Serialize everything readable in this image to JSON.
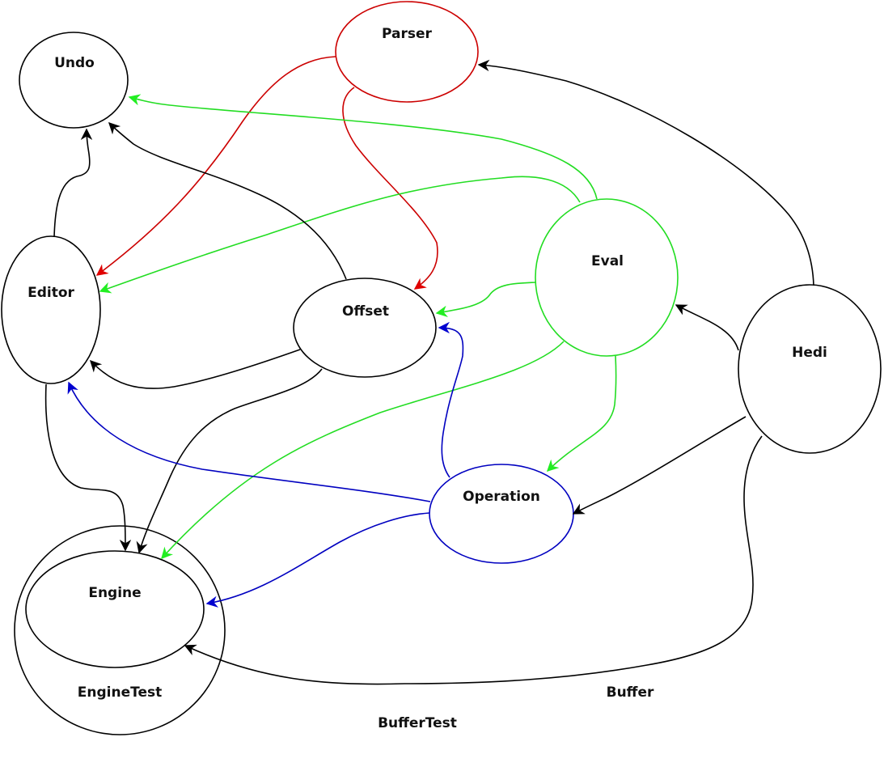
{
  "diagram": {
    "colors": {
      "black": "#000000",
      "red": "#d40000",
      "green": "#22dd22",
      "blue": "#0000c0"
    },
    "nodes": {
      "undo": {
        "label": "Undo",
        "color": "black"
      },
      "parser": {
        "label": "Parser",
        "color": "red"
      },
      "editor": {
        "label": "Editor",
        "color": "black"
      },
      "offset": {
        "label": "Offset",
        "color": "black"
      },
      "eval": {
        "label": "Eval",
        "color": "green"
      },
      "hedi": {
        "label": "Hedi",
        "color": "black"
      },
      "operation": {
        "label": "Operation",
        "color": "blue"
      },
      "engine": {
        "label": "Engine",
        "color": "black"
      },
      "enginetest": {
        "label": "EngineTest",
        "color": "black"
      },
      "buffer": {
        "label": "Buffer",
        "color": "none"
      },
      "buffertest": {
        "label": "BufferTest",
        "color": "none"
      }
    },
    "edges": [
      {
        "from": "parser",
        "to": "editor",
        "color": "red"
      },
      {
        "from": "parser",
        "to": "offset",
        "color": "red"
      },
      {
        "from": "eval",
        "to": "undo",
        "color": "green"
      },
      {
        "from": "eval",
        "to": "editor",
        "color": "green"
      },
      {
        "from": "eval",
        "to": "offset",
        "color": "green"
      },
      {
        "from": "eval",
        "to": "engine",
        "color": "green"
      },
      {
        "from": "eval",
        "to": "operation",
        "color": "green"
      },
      {
        "from": "editor",
        "to": "undo",
        "color": "black"
      },
      {
        "from": "offset",
        "to": "undo",
        "color": "black"
      },
      {
        "from": "offset",
        "to": "editor",
        "color": "black"
      },
      {
        "from": "offset",
        "to": "engine",
        "color": "black"
      },
      {
        "from": "editor",
        "to": "engine",
        "color": "black"
      },
      {
        "from": "hedi",
        "to": "parser",
        "color": "black"
      },
      {
        "from": "hedi",
        "to": "eval",
        "color": "black"
      },
      {
        "from": "hedi",
        "to": "operation",
        "color": "black"
      },
      {
        "from": "hedi",
        "to": "engine",
        "color": "black"
      },
      {
        "from": "operation",
        "to": "offset",
        "color": "blue"
      },
      {
        "from": "operation",
        "to": "editor",
        "color": "blue"
      },
      {
        "from": "operation",
        "to": "engine",
        "color": "blue"
      }
    ]
  }
}
